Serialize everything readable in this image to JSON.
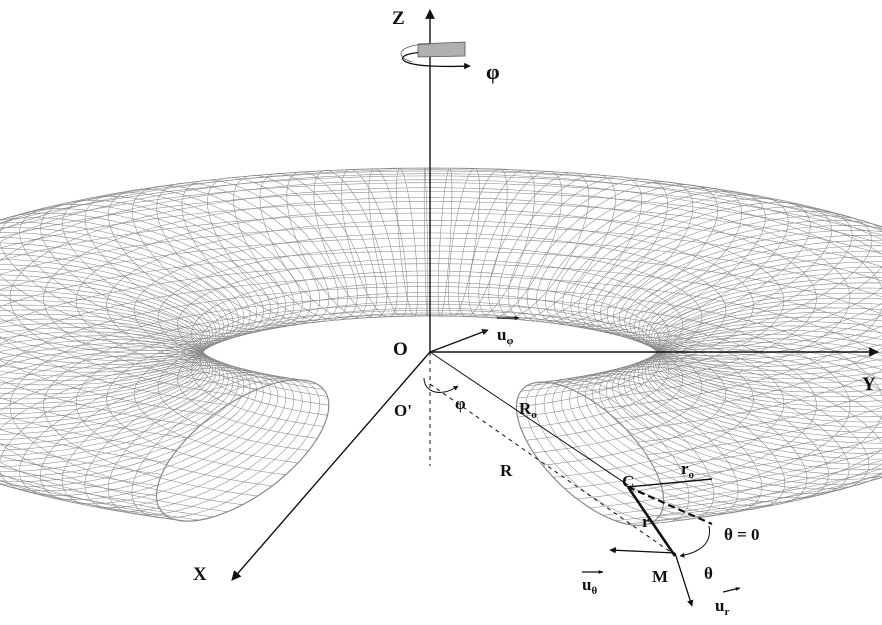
{
  "axes": {
    "z": "Z",
    "y": "Y",
    "x": "X"
  },
  "points": {
    "origin": "O",
    "origin_prime": "O'",
    "center": "C",
    "point_m": "M"
  },
  "angles": {
    "phi_rotation": "φ",
    "phi_angle": "φ",
    "theta": "θ",
    "theta_zero": "θ = 0"
  },
  "lengths": {
    "major_radius": "R",
    "major_radius_sub": "o",
    "distance": "R",
    "minor_radius": "r",
    "minor_radius_sub": "o",
    "radius": "r"
  },
  "unit_vectors": {
    "u_phi": "u",
    "u_phi_sub": "φ",
    "u_theta": "u",
    "u_theta_sub": "θ",
    "u_r": "u",
    "u_r_sub": "r"
  },
  "colors": {
    "mesh": "#8a8a8a",
    "lines": "#111111",
    "arrow_band": "#b0b0b0"
  }
}
